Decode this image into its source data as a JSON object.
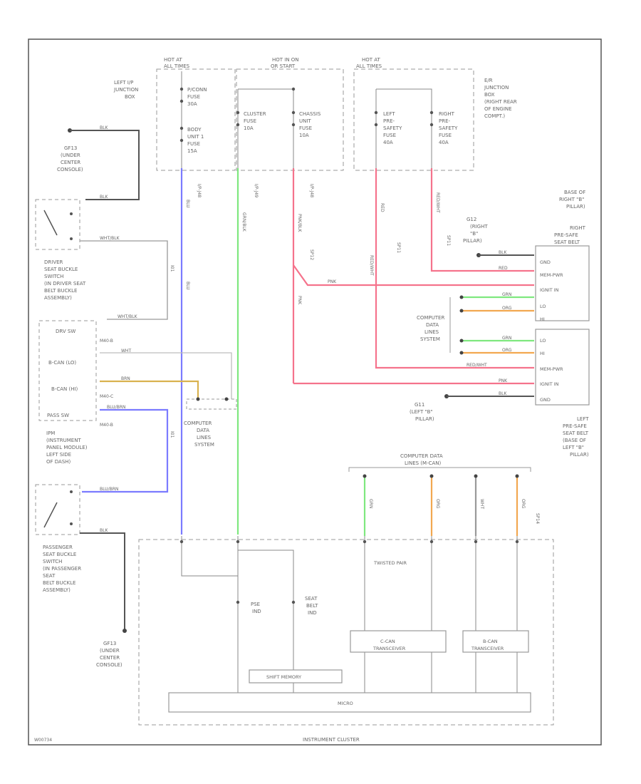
{
  "fuse_blocks": {
    "left": {
      "power": [
        "HOT AT",
        "ALL TIMES"
      ],
      "location": [
        "LEFT I/P",
        "JUNCTION",
        "BOX"
      ],
      "fuse1": [
        "P/CONN",
        "FUSE",
        "30A"
      ],
      "fuse2": [
        "BODY",
        "UNIT 1",
        "FUSE",
        "15A"
      ]
    },
    "center": {
      "power": [
        "HOT IN ON",
        "OR START"
      ],
      "fuse1": [
        "CLUSTER",
        "FUSE",
        "10A"
      ],
      "fuse2": [
        "CHASSIS",
        "UNIT",
        "FUSE",
        "10A"
      ]
    },
    "right": {
      "power": [
        "HOT AT",
        "ALL TIMES"
      ],
      "location": [
        "E/R",
        "JUNCTION",
        "BOX",
        "(RIGHT REAR",
        "OF ENGINE",
        "COMPT.)"
      ],
      "fuse1": [
        "LEFT",
        "PRE-",
        "SAFETY",
        "FUSE",
        "40A"
      ],
      "fuse2": [
        "RIGHT",
        "PRE-",
        "SAFETY",
        "FUSE",
        "40A"
      ]
    }
  },
  "left_side": {
    "ground_top": [
      "GF13",
      "(UNDER",
      "CENTER",
      "CONSOLE)"
    ],
    "driver_buckle": [
      "DRIVER",
      "SEAT BUCKLE",
      "SWITCH",
      "(IN DRIVER SEAT",
      "BELT BUCKLE",
      "ASSEMBLY)"
    ],
    "ipm_pins": [
      "DRV SW",
      "B-CAN (LO)",
      "B-CAN (HI)",
      "PASS SW"
    ],
    "ipm_conns": [
      "M40-B",
      "M40-C",
      "M40-B"
    ],
    "ipm_label": [
      "IPM",
      "(INSTRUMENT",
      "PANEL MODULE)",
      "LEFT SIDE",
      "OF DASH)"
    ],
    "pass_buckle": [
      "PASSENGER",
      "SEAT BUCKLE",
      "SWITCH",
      "(IN PASSENGER",
      "SEAT",
      "BELT BUCKLE",
      "ASSEMBLY)"
    ],
    "ground_bottom": [
      "GF13",
      "(UNDER",
      "CENTER",
      "CONSOLE)"
    ],
    "wires": {
      "blk1": "BLK",
      "blk2": "BLK",
      "wht_blk1": "WHT/BLK",
      "wht_blk2": "WHT/BLK",
      "wht": "WHT",
      "brn": "BRN",
      "blu_brn1": "BLU/BRN",
      "blu_brn2": "BLU/BRN",
      "blk3": "BLK",
      "l01": "I01",
      "l02": "I01"
    }
  },
  "middle": {
    "splice_labels": [
      "I/P-J48",
      "I/P-J49",
      "I/P-J48"
    ],
    "wire_labels": {
      "blu": "BLU",
      "grn": "GRN/BLK",
      "pnk": "PNK/BLK",
      "pnk2": "PNK",
      "red": "RED"
    },
    "splices": [
      "SP12",
      "SP11"
    ],
    "can_system": [
      "COMPUTER",
      "DATA",
      "LINES",
      "SYSTEM"
    ]
  },
  "right_side": {
    "base_right": [
      "BASE OF",
      "RIGHT \"B\"",
      "PILLAR)",
      "RIGHT",
      "PRE-SAFE",
      "SEAT BELT"
    ],
    "ground_right": [
      "G12",
      "(RIGHT",
      "\"B\"",
      "PILLAR)"
    ],
    "module_right_pins": [
      "GND",
      "MEM-PWR",
      "IGNIT IN",
      "LO",
      "HI"
    ],
    "can_system": [
      "COMPUTER",
      "DATA",
      "LINES",
      "SYSTEM"
    ],
    "module_left_pins": [
      "LO",
      "HI",
      "MEM-PWR",
      "IGNIT IN",
      "GND"
    ],
    "ground_left": [
      "G11",
      "(LEFT \"B\"",
      "PILLAR)"
    ],
    "base_left": [
      "LEFT",
      "PRE-SAFE",
      "SEAT BELT",
      "(BASE OF",
      "LEFT \"B\"",
      "PILLAR)"
    ],
    "wires": {
      "blk": "BLK",
      "red": "RED",
      "pnk": "PNK",
      "grn": "GRN",
      "org": "ORG",
      "red_wht": "RED/WHT",
      "grn2": "GRN",
      "org2": "ORG",
      "sp": "SP11"
    }
  },
  "cluster": {
    "can_header": [
      "COMPUTER DATA",
      "LINES (M-CAN)"
    ],
    "pins": [
      "TWISTED PAIR"
    ],
    "wires": {
      "w1": "GRN",
      "w2": "ORG",
      "w3": "WHT",
      "w4": "ORG",
      "sp": "SP14"
    },
    "pse_ind": [
      "PSE",
      "IND"
    ],
    "belt_ind": [
      "SEAT",
      "BELT",
      "IND"
    ],
    "mcan": [
      "C-CAN",
      "TRANSCEIVER"
    ],
    "bcan": [
      "B-CAN",
      "TRANSCEIVER"
    ],
    "ram": [
      "SHIFT MEMORY"
    ],
    "micro": [
      "MICRO"
    ],
    "title": [
      "INSTRUMENT CLUSTER"
    ]
  },
  "footer": {
    "code": "W00734"
  },
  "colors": {
    "blue": "#7b7bff",
    "green": "#7fe87f",
    "pink": "#f5738c",
    "orange": "#f2a850",
    "tan": "#d9b24f",
    "border": "#555555",
    "line": "#999999",
    "dash": "#9a9a9a"
  }
}
